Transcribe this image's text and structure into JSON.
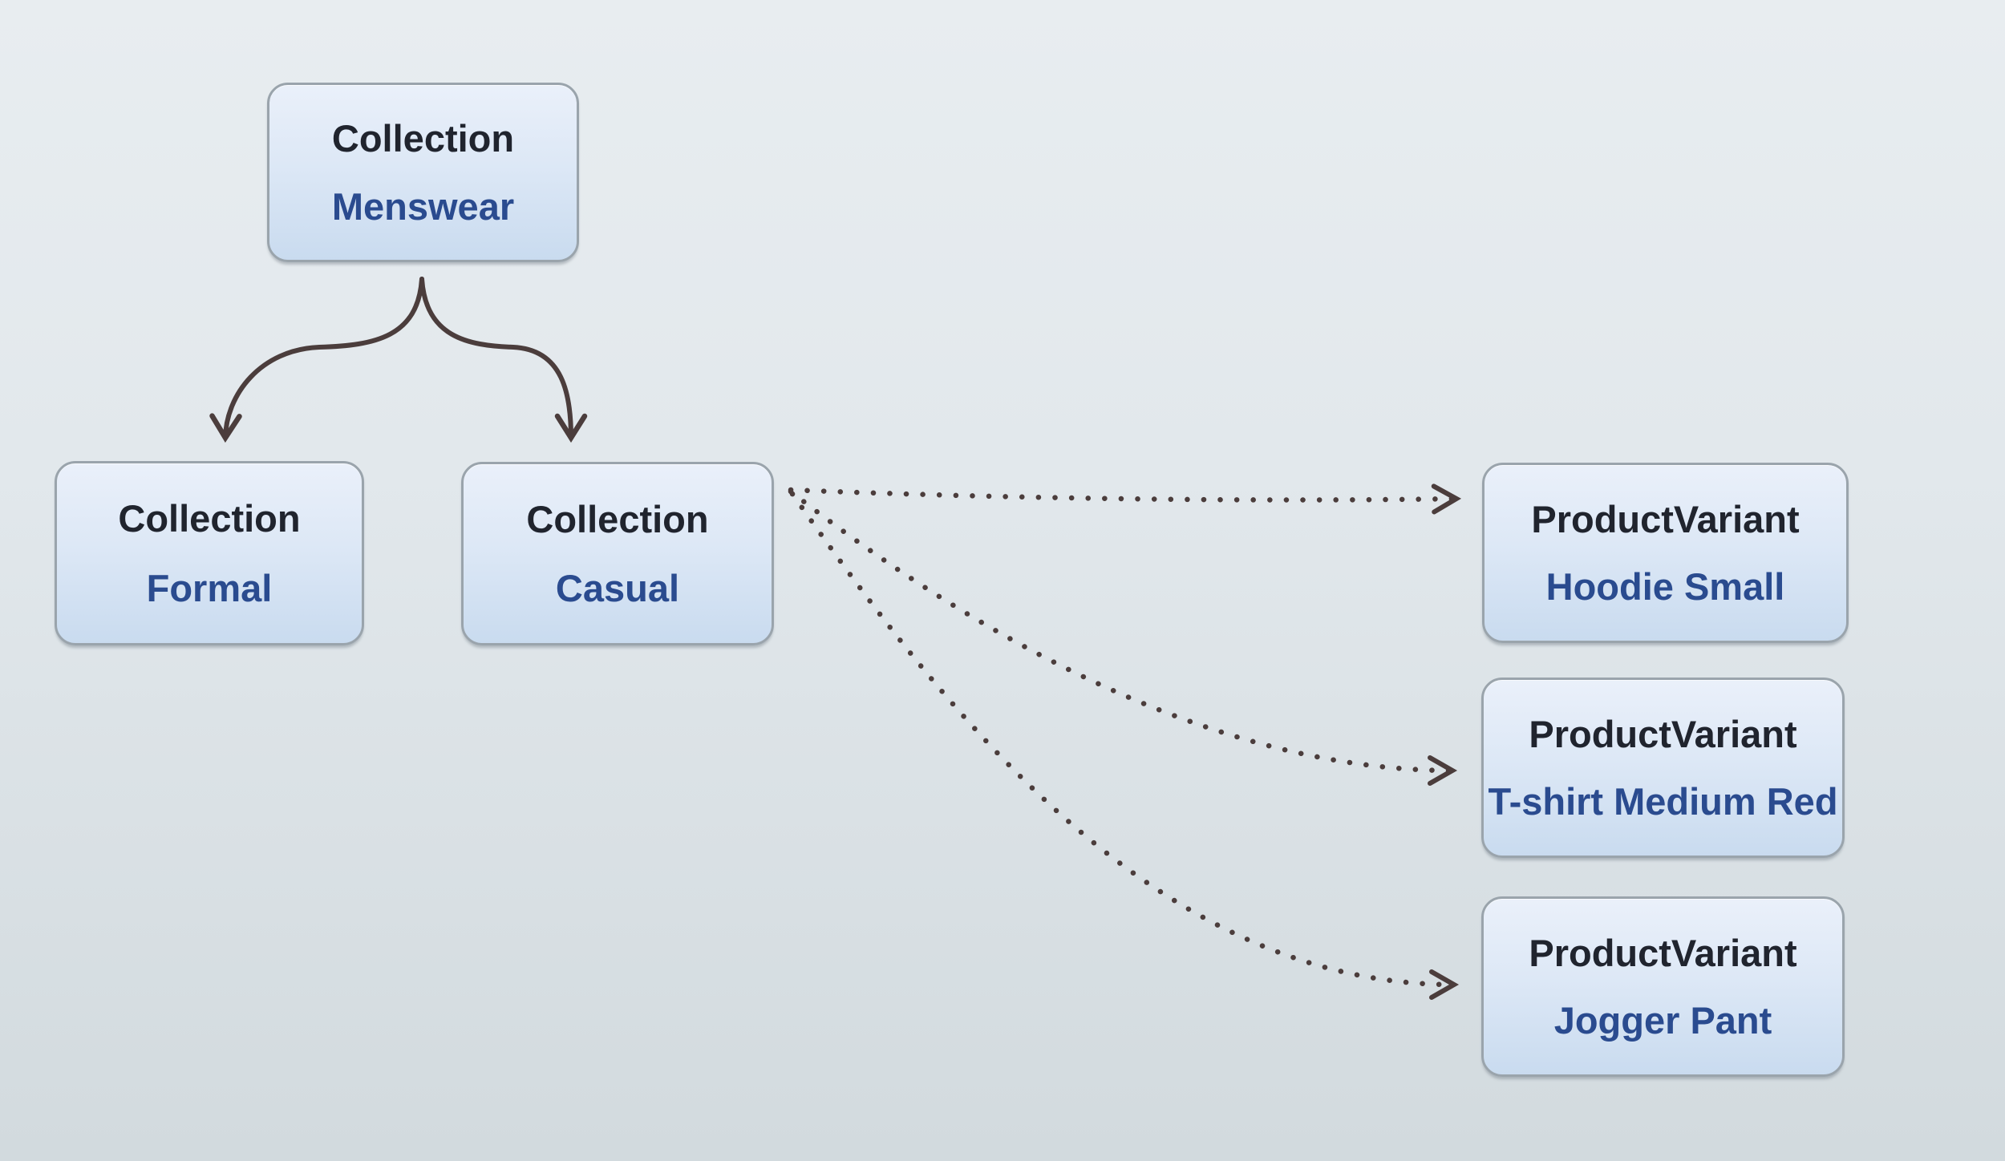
{
  "diagram": {
    "colors": {
      "background_top": "#e8edf0",
      "background_bottom": "#d2dade",
      "arrow": "#4b3d3c",
      "node_border": "#9aa4ac",
      "node_fill_top": "#eaf0fa",
      "node_fill_bottom": "#c9dbef",
      "type_text": "#20242e",
      "name_text": "#2a4b8f"
    },
    "nodes": [
      {
        "id": "menswear",
        "type": "Collection",
        "name": "Menswear"
      },
      {
        "id": "formal",
        "type": "Collection",
        "name": "Formal"
      },
      {
        "id": "casual",
        "type": "Collection",
        "name": "Casual"
      },
      {
        "id": "hoodie",
        "type": "ProductVariant",
        "name": "Hoodie Small"
      },
      {
        "id": "tshirt",
        "type": "ProductVariant",
        "name": "T-shirt Medium Red"
      },
      {
        "id": "jogger",
        "type": "ProductVariant",
        "name": "Jogger Pant"
      }
    ],
    "edges": [
      {
        "from": "menswear",
        "to": "formal",
        "style": "solid",
        "arrowhead": "open"
      },
      {
        "from": "menswear",
        "to": "casual",
        "style": "solid",
        "arrowhead": "open"
      },
      {
        "from": "casual",
        "to": "hoodie",
        "style": "dotted",
        "arrowhead": "open"
      },
      {
        "from": "casual",
        "to": "tshirt",
        "style": "dotted",
        "arrowhead": "open"
      },
      {
        "from": "casual",
        "to": "jogger",
        "style": "dotted",
        "arrowhead": "open"
      }
    ]
  }
}
